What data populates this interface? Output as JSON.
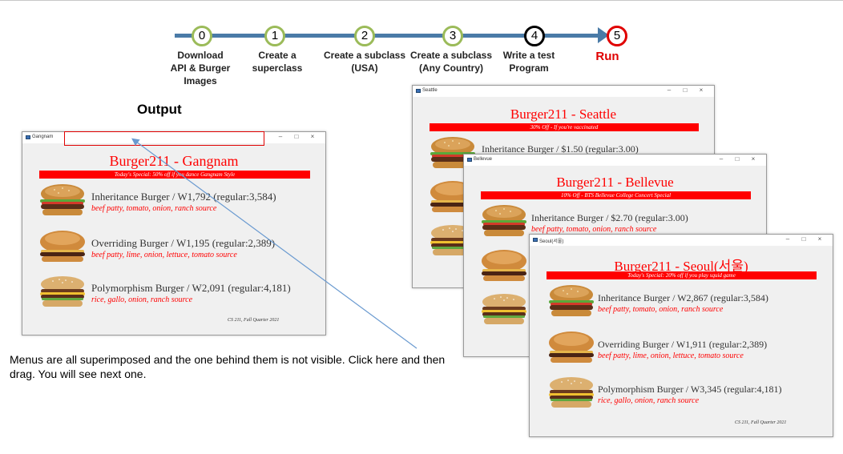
{
  "timeline": {
    "steps": [
      {
        "num": "0",
        "label": [
          "Download",
          "API & Burger",
          "Images"
        ]
      },
      {
        "num": "1",
        "label": [
          "Create a",
          "superclass"
        ]
      },
      {
        "num": "2",
        "label": [
          "Create a subclass",
          "(USA)"
        ]
      },
      {
        "num": "3",
        "label": [
          "Create a subclass",
          "(Any Country)"
        ]
      },
      {
        "num": "4",
        "label": [
          "Write a test",
          "Program"
        ]
      },
      {
        "num": "5",
        "label": [
          "Run"
        ]
      }
    ]
  },
  "output_title": "Output",
  "note": "Menus are all superimposed and the one behind them is not visible. Click here and then drag. You will see next one.",
  "windows": {
    "gangnam": {
      "window_title": "Gangnam",
      "heading": "Burger211 - Gangnam",
      "special": "Today's Special: 50% off if you dance Gangnam Style",
      "items": [
        {
          "name": "Inheritance Burger / W1,792 (regular:3,584)",
          "desc": "beef patty, tomato, onion, ranch source"
        },
        {
          "name": "Overriding Burger / W1,195 (regular:2,389)",
          "desc": "beef patty, lime, onion, lettuce, tomato source"
        },
        {
          "name": "Polymorphism Burger / W2,091 (regular:4,181)",
          "desc": "rice, gallo, onion, ranch source"
        }
      ],
      "footer": "CS 211, Fall Quarter 2021"
    },
    "seattle": {
      "window_title": "Seattle",
      "heading": "Burger211 - Seattle",
      "special": "30% Off - If you're vaccinated",
      "items": [
        {
          "name": "Inheritance Burger / $1.50 (regular:3.00)",
          "desc": ""
        }
      ]
    },
    "bellevue": {
      "window_title": "Bellevue",
      "heading": "Burger211 - Bellevue",
      "special": "10% Off - BTS Bellevue College Concert Special",
      "items": [
        {
          "name": "Inheritance Burger / $2.70 (regular:3.00)",
          "desc": "beef patty, tomato, onion, ranch source"
        }
      ]
    },
    "seoul": {
      "window_title": "Seoul(서울)",
      "heading": "Burger211 - Seoul(서울)",
      "special": "Today's Special: 20% off if you play squid game",
      "items": [
        {
          "name": "Inheritance Burger / W2,867 (regular:3,584)",
          "desc": "beef patty, tomato, onion, ranch source"
        },
        {
          "name": "Overriding Burger / W1,911 (regular:2,389)",
          "desc": "beef patty, lime, onion, lettuce, tomato source"
        },
        {
          "name": "Polymorphism Burger / W3,345 (regular:4,181)",
          "desc": "rice, gallo, onion, ranch source"
        }
      ],
      "footer": "CS 211, Fall Quarter 2021"
    }
  },
  "window_controls": {
    "minimize": "–",
    "maximize": "□",
    "close": "×"
  },
  "colors": {
    "accent_red": "#ff0000",
    "timeline_blue": "#4a7ba7",
    "step_green": "#9bbb59"
  }
}
